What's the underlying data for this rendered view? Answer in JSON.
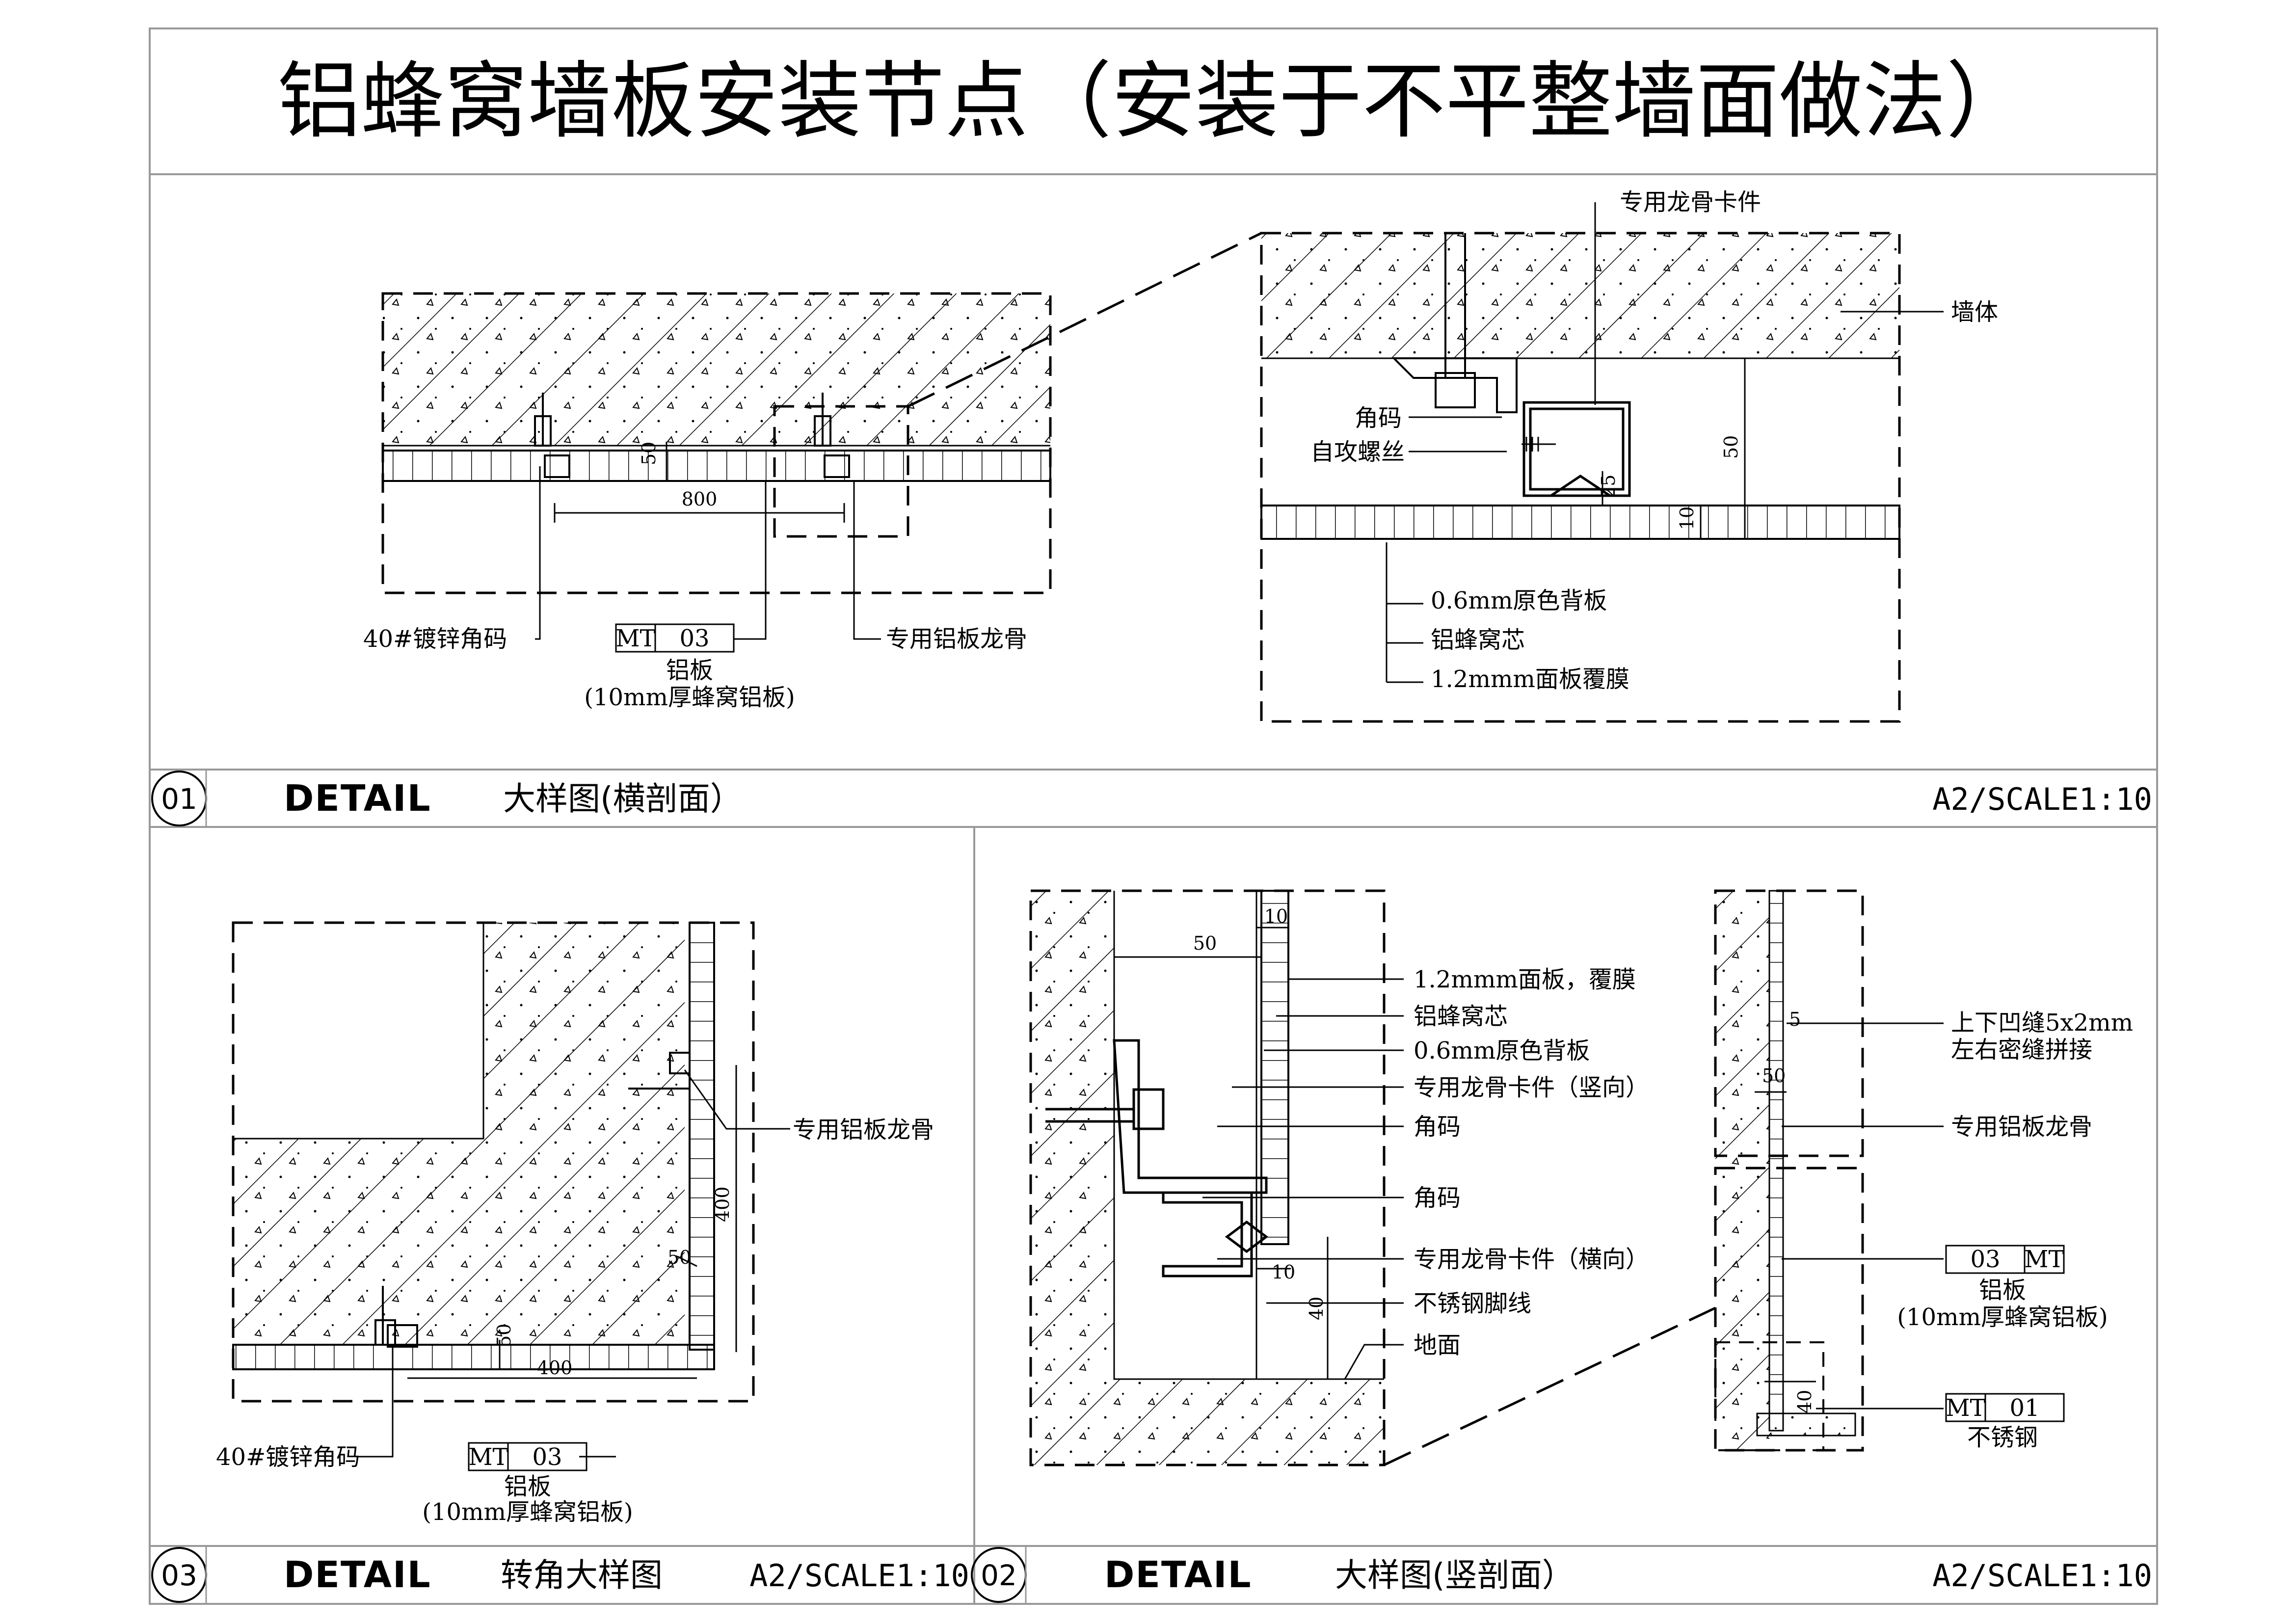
{
  "sheet": {
    "title": "铝蜂窝墙板安装节点（安装于不平整墙面做法）"
  },
  "details": {
    "d01": {
      "number": "01",
      "detail_word": "DETAIL",
      "caption": "大样图(横剖面）",
      "scale": "A2/SCALE1:10"
    },
    "d03": {
      "number": "03",
      "detail_word": "DETAIL",
      "caption": "转角大样图",
      "scale": "A2/SCALE1:10"
    },
    "d02": {
      "number": "02",
      "detail_word": "DETAIL",
      "caption": "大样图(竖剖面）",
      "scale": "A2/SCALE1:10"
    }
  },
  "labels": {
    "galv_angle": "40#镀锌角码",
    "al_keel": "专用铝板龙骨",
    "al_panel": "铝板",
    "al_panel_spec": "(10mm厚蜂窝铝板)",
    "mt_code": "MT",
    "mt_03": "03",
    "mt_01": "01",
    "keel_clip": "专用龙骨卡件",
    "wall": "墙体",
    "angle_code": "角码",
    "self_tap_screw": "自攻螺丝",
    "back_sheet": "0.6mm原色背板",
    "honeycomb_core": "铝蜂窝芯",
    "face_sheet": "1.2mmm面板覆膜",
    "face_sheet_v": "1.2mmm面板，覆膜",
    "keel_clip_vertical": "专用龙骨卡件（竖向）",
    "keel_clip_horizontal": "专用龙骨卡件（横向）",
    "ss_skirting": "不锈钢脚线",
    "floor": "地面",
    "groove_joint_1": "上下凹缝5x2mm",
    "groove_joint_2": "左右密缝拼接",
    "stainless": "不锈钢"
  },
  "dims": {
    "d50": "50",
    "d800": "800",
    "d25": "25",
    "d10": "10",
    "d400": "400",
    "d40": "40",
    "d5": "5"
  }
}
